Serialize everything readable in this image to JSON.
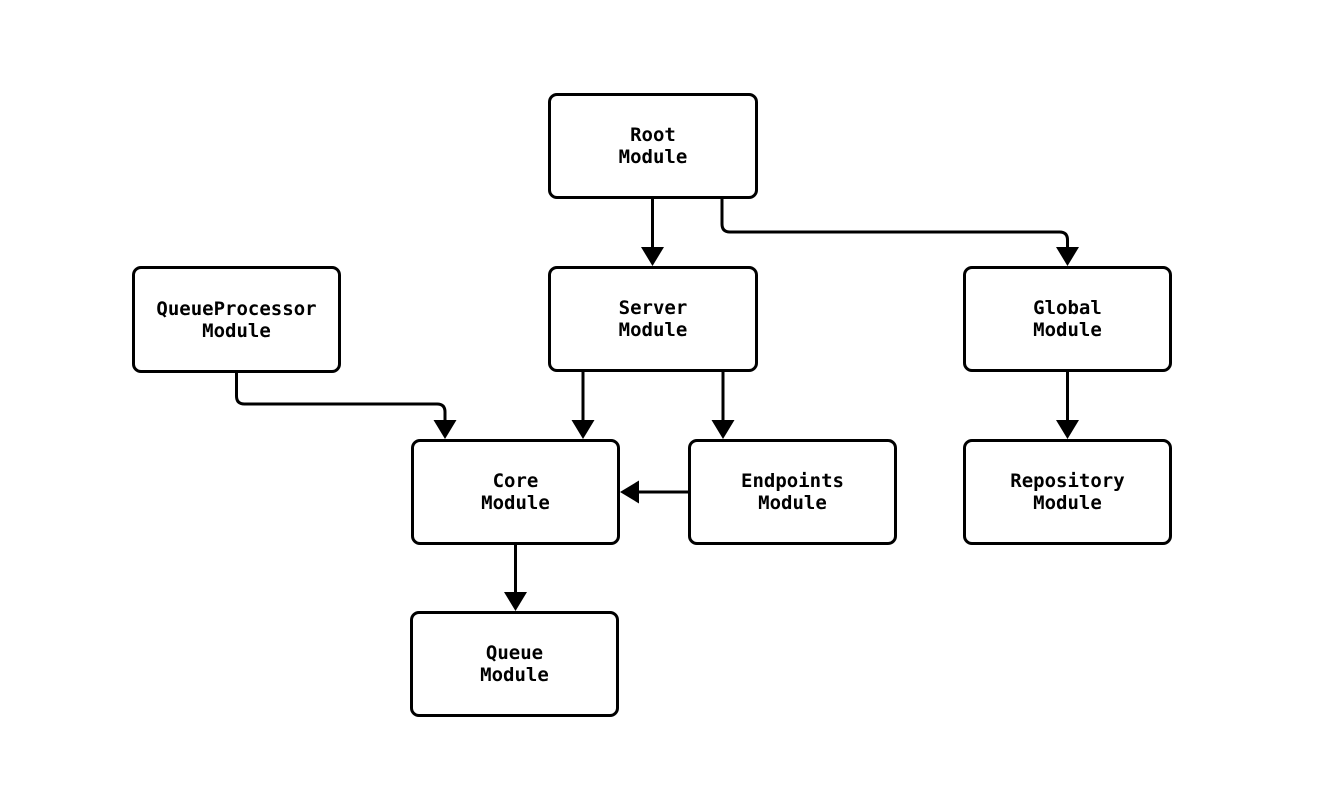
{
  "diagram": {
    "type": "flowchart",
    "direction": "top-down",
    "background_color": "#ffffff",
    "node_fill_color": "#ffffff",
    "stroke_color": "#000000",
    "text_color": "#000000",
    "nodes": {
      "root": {
        "line1": "Root",
        "line2": "Module"
      },
      "server": {
        "line1": "Server",
        "line2": "Module"
      },
      "global": {
        "line1": "Global",
        "line2": "Module"
      },
      "queueprocessor": {
        "line1": "QueueProcessor",
        "line2": "Module"
      },
      "core": {
        "line1": "Core",
        "line2": "Module"
      },
      "endpoints": {
        "line1": "Endpoints",
        "line2": "Module"
      },
      "repository": {
        "line1": "Repository",
        "line2": "Module"
      },
      "queue": {
        "line1": "Queue",
        "line2": "Module"
      }
    },
    "edges": [
      {
        "from": "Root Module",
        "to": "Server Module"
      },
      {
        "from": "Root Module",
        "to": "Global Module"
      },
      {
        "from": "QueueProcessor Module",
        "to": "Core Module"
      },
      {
        "from": "Server Module",
        "to": "Core Module"
      },
      {
        "from": "Server Module",
        "to": "Endpoints Module"
      },
      {
        "from": "Endpoints Module",
        "to": "Core Module"
      },
      {
        "from": "Global Module",
        "to": "Repository Module"
      },
      {
        "from": "Core Module",
        "to": "Queue Module"
      }
    ]
  }
}
